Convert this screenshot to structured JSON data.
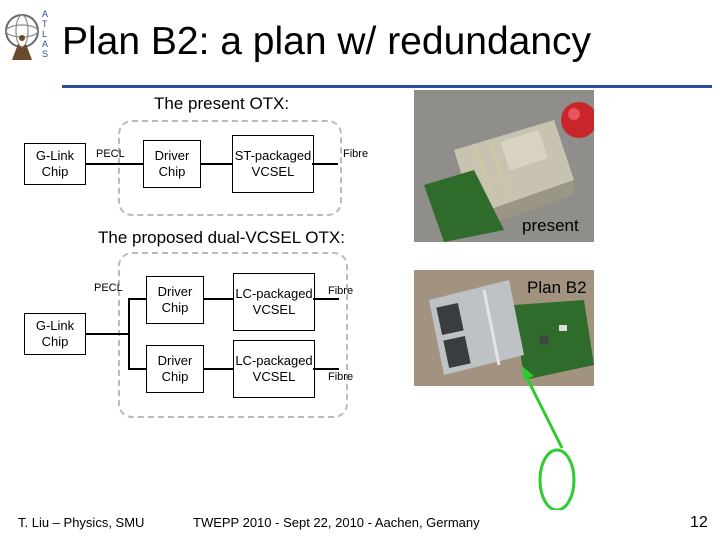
{
  "slide": {
    "title": "Plan B2: a plan w/ redundancy",
    "logo_letters": [
      "A",
      "T",
      "L",
      "A",
      "S"
    ],
    "present_label": "The present OTX:",
    "proposed_label": "The proposed dual-VCSEL OTX:",
    "page_number": "12"
  },
  "present_otx": {
    "glink": "G-Link Chip",
    "pecl": "PECL",
    "driver": "Driver Chip",
    "vcsel": "ST-packaged VCSEL",
    "fibre": "Fibre"
  },
  "proposed_otx": {
    "glink": "G-Link Chip",
    "pecl": "PECL",
    "driver1": "Driver Chip",
    "vcsel1": "LC-packaged VCSEL",
    "fibre1": "Fibre",
    "driver2": "Driver Chip",
    "vcsel2": "LC-packaged VCSEL",
    "fibre2": "Fibre"
  },
  "photos": {
    "present_caption": "present",
    "planb2_caption": "Plan B2"
  },
  "footer": {
    "author": "T. Liu – Physics, SMU",
    "conference": "TWEPP 2010 - Sept 22, 2010 - Aachen, Germany"
  },
  "colors": {
    "title_rule": "#2a4d9a",
    "arrow": "#2ecc2e",
    "pcb_green": "#2f6b2a"
  }
}
